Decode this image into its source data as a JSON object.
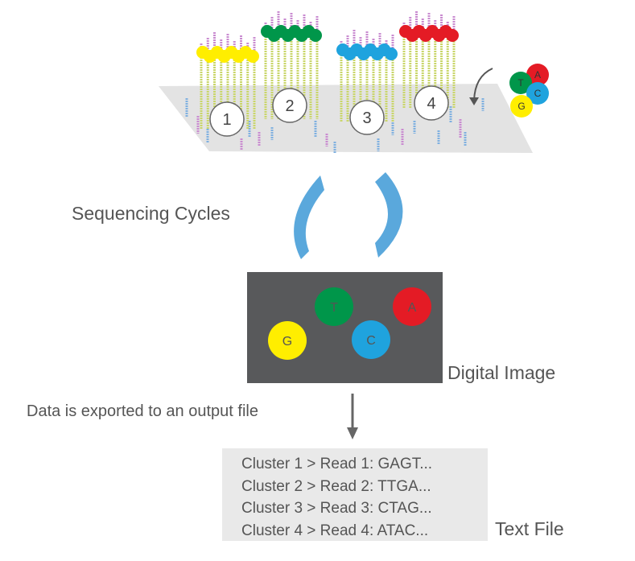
{
  "clusters": [
    {
      "number": "1",
      "color": "#ffee00"
    },
    {
      "number": "2",
      "color": "#00964a"
    },
    {
      "number": "3",
      "color": "#1fa3de"
    },
    {
      "number": "4",
      "color": "#e41b25"
    }
  ],
  "bases": [
    {
      "letter": "A",
      "color": "#e41b25"
    },
    {
      "letter": "T",
      "color": "#00964a"
    },
    {
      "letter": "C",
      "color": "#1fa3de"
    },
    {
      "letter": "G",
      "color": "#ffee00"
    }
  ],
  "labels": {
    "sequencing_cycles": "Sequencing Cycles",
    "digital_image": "Digital Image",
    "export_note": "Data is exported to an output file",
    "text_file": "Text File"
  },
  "text_file_lines": [
    "Cluster 1 > Read 1: GAGT...",
    "Cluster 2 > Read 2: TTGA...",
    "Cluster 3 > Read 3: CTAG...",
    "Cluster 4 > Read 4: ATAC..."
  ],
  "colors": {
    "flowcell": "#e3e3e3",
    "strand": "#c9d66a",
    "strand_top": "#c98bd0",
    "fragment_blue": "#7fb0e0",
    "fragment_purple": "#c98bd0",
    "cycle_arrow": "#5aa8dc",
    "digital_image_bg": "#58595b",
    "text_file_bg": "#e9e9e9",
    "label_text": "#555555"
  }
}
